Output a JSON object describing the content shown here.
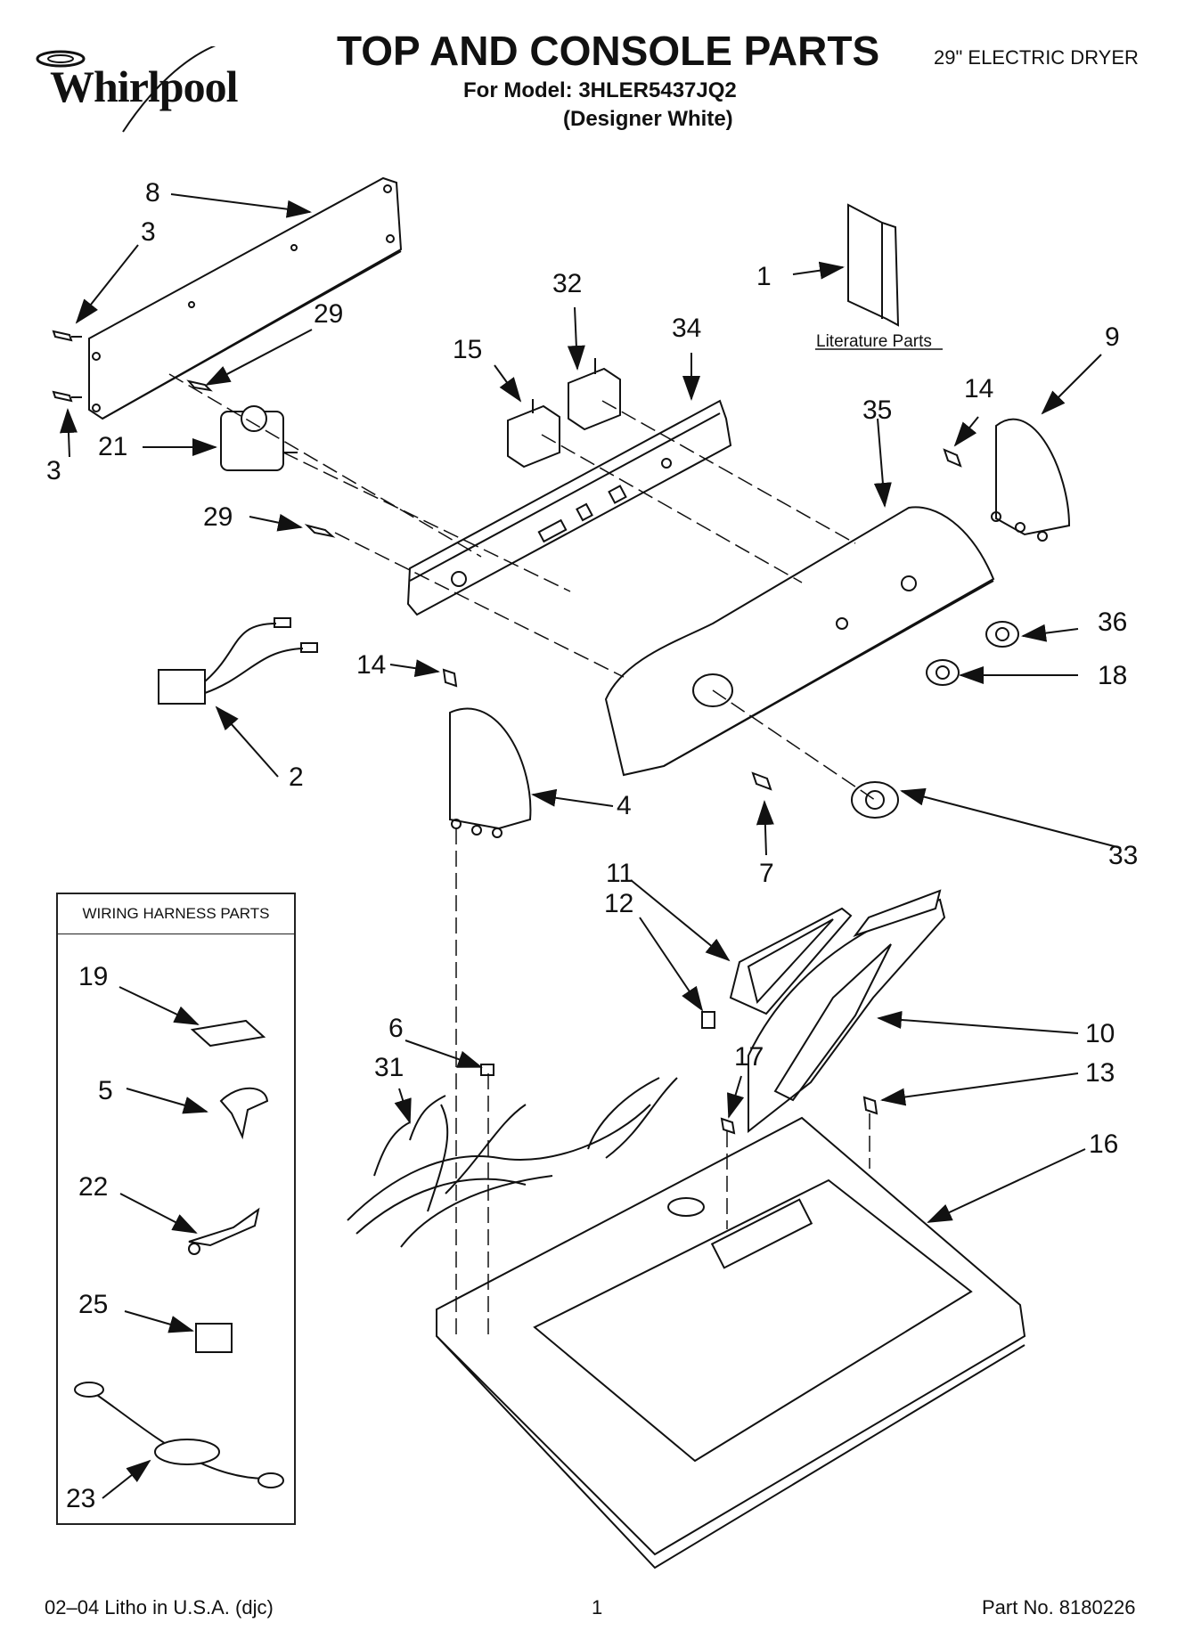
{
  "brand": {
    "name": "Whirlpool"
  },
  "header": {
    "title": "TOP AND CONSOLE PARTS",
    "product": "29\" ELECTRIC DRYER",
    "model_line": "For Model: 3HLER5437JQ2",
    "color_line": "(Designer White)"
  },
  "literature_label": "Literature Parts",
  "wiring_box": {
    "title": "WIRING HARNESS PARTS"
  },
  "callouts": {
    "c8": "8",
    "c3a": "3",
    "c3b": "3",
    "c29a": "29",
    "c21": "21",
    "c29b": "29",
    "c1": "1",
    "c32": "32",
    "c15": "15",
    "c34": "34",
    "c9": "9",
    "c14a": "14",
    "c35": "35",
    "c36": "36",
    "c18": "18",
    "c14b": "14",
    "c2": "2",
    "c4": "4",
    "c7": "7",
    "c33": "33",
    "c11": "11",
    "c12": "12",
    "c10": "10",
    "c13": "13",
    "c6": "6",
    "c31": "31",
    "c17": "17",
    "c16": "16",
    "c19": "19",
    "c5": "5",
    "c22": "22",
    "c25": "25",
    "c23": "23"
  },
  "footer": {
    "left": "02–04 Litho in U.S.A. (djc)",
    "page": "1",
    "part_no": "Part No. 8180226"
  }
}
